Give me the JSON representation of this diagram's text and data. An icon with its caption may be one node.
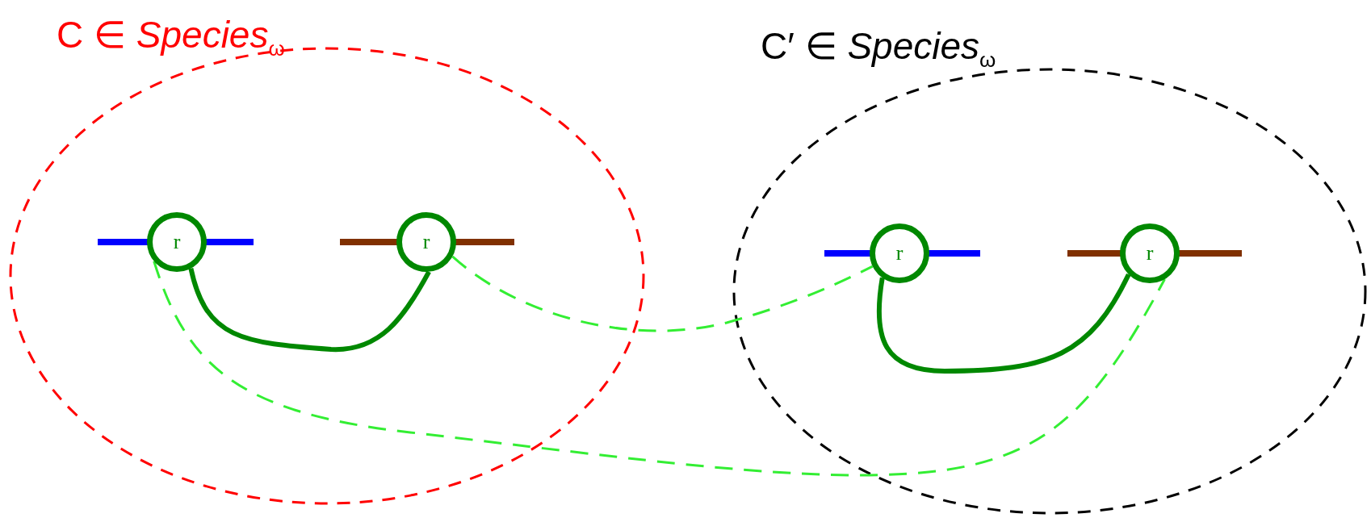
{
  "diagram": {
    "nodes": [
      {
        "text": [
          "C ∈ *Species*$_{ω}$"
        ]
      },
      {
        "text": [
          "r"
        ],
        "in": 0
      },
      {
        "text": [
          "r"
        ],
        "in": 0
      },
      {
        "text": [
          "C′ ∈ *Species*$_{ω}$"
        ]
      },
      {
        "text": [
          "r"
        ],
        "in": 3
      },
      {
        "text": [
          "r"
        ],
        "in": 3
      }
    ],
    "edges": [
      {
        "from": 1,
        "to": 2,
        "arrow": "none",
        "style": "thick",
        "color": "#008800"
      },
      {
        "from": 4,
        "to": 5,
        "arrow": "none",
        "style": "thick",
        "color": "#008800"
      },
      {
        "from": 2,
        "to": 4,
        "arrow": "none",
        "style": "dashed",
        "color": "#33ee33"
      },
      {
        "from": 1,
        "to": 5,
        "arrow": "none",
        "style": "dashed",
        "color": "#33ee33"
      }
    ]
  }
}
